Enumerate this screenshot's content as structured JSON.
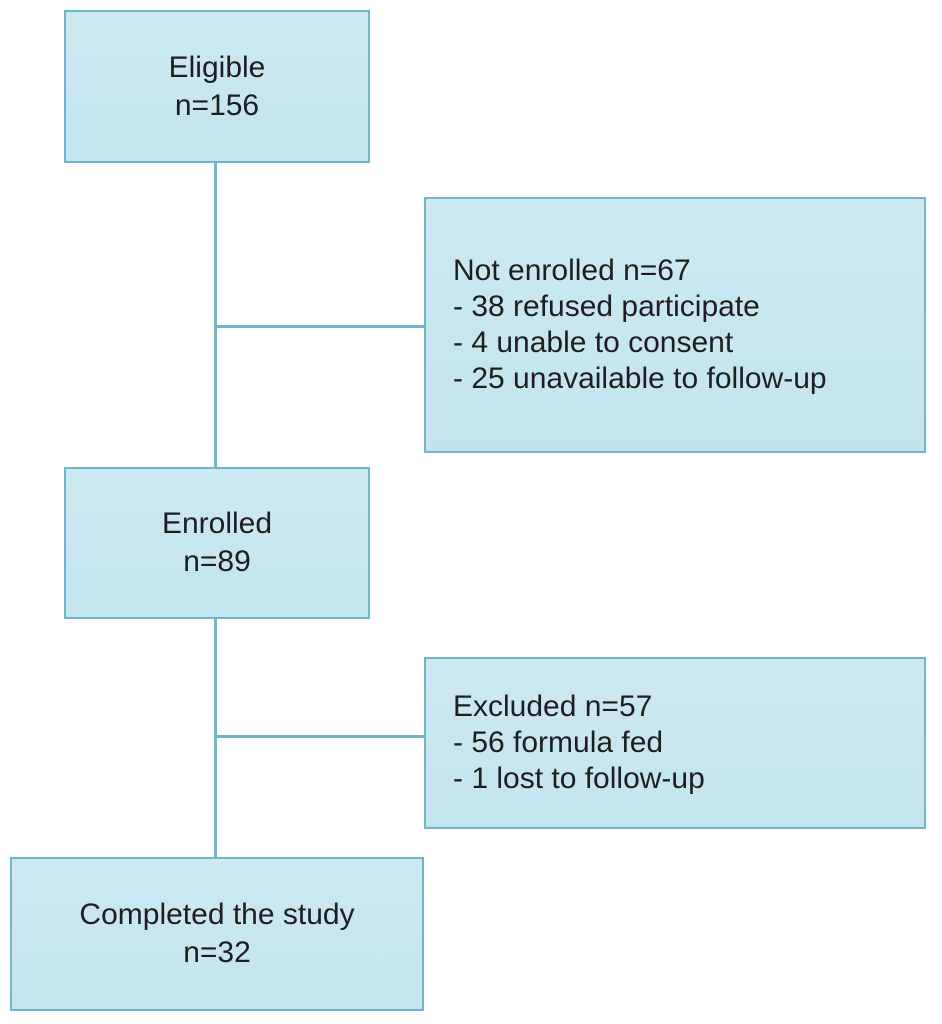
{
  "colors": {
    "box_fill": "#c8e6f0",
    "box_border": "#6fb6c8",
    "connector": "#6fb6c8",
    "text": "#1e1e1e"
  },
  "flow": {
    "eligible": {
      "label": "Eligible",
      "count": "n=156"
    },
    "not_enrolled": {
      "heading": "Not enrolled n=67",
      "items": [
        "- 38 refused participate",
        "- 4 unable to consent",
        "- 25 unavailable to follow-up"
      ]
    },
    "enrolled": {
      "label": "Enrolled",
      "count": "n=89"
    },
    "excluded": {
      "heading": "Excluded n=57",
      "items": [
        "- 56 formula fed",
        "- 1 lost to follow-up"
      ]
    },
    "completed": {
      "label": "Completed the study",
      "count": "n=32"
    }
  }
}
